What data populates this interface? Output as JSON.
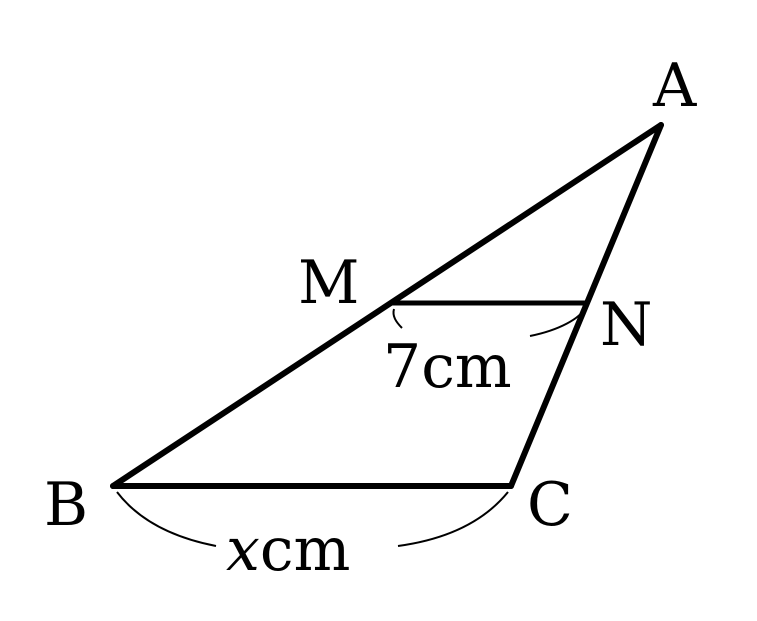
{
  "points": {
    "A": "A",
    "B": "B",
    "C": "C",
    "M": "M",
    "N": "N"
  },
  "lengths": {
    "mn_value": "7",
    "mn_unit": "cm",
    "bc_variable": "x",
    "bc_unit": "cm"
  },
  "colors": {
    "stroke": "#000000",
    "background": "#ffffff"
  }
}
